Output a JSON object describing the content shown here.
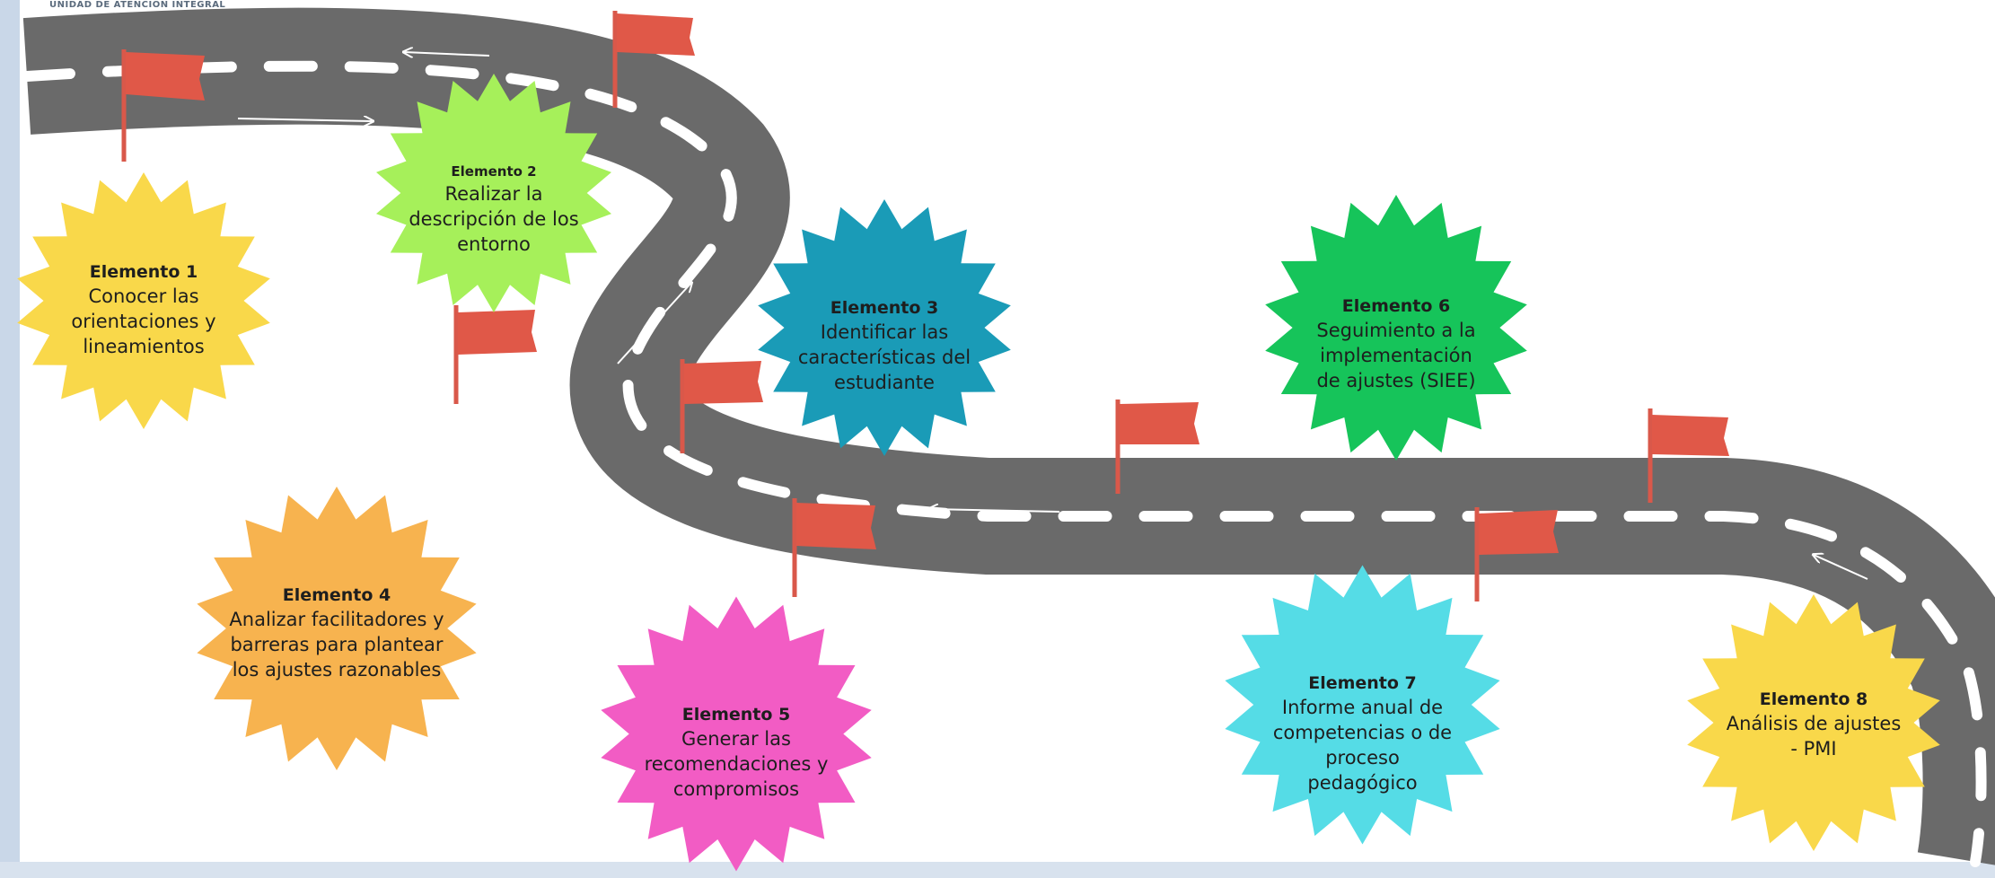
{
  "header": {
    "unit_label": "UNIDAD DE ATENCIÓN INTEGRAL"
  },
  "elements": [
    {
      "title": "Elemento 1",
      "desc": "Conocer las orientaciones  y lineamientos",
      "color": "#f9d84a",
      "icon": "magnifier-icon"
    },
    {
      "title": "Elemento 2",
      "desc": "Realizar la descripción de los entorno",
      "color": "#a6f05a",
      "icon": "pencil-icon"
    },
    {
      "title": "Elemento 3",
      "desc": "Identificar las características del estudiante",
      "color": "#1a9bb7",
      "icon": "lightbulb-icon"
    },
    {
      "title": "Elemento 4",
      "desc": "Analizar facilitadores y barreras para plantear los ajustes razonables",
      "color": "#f7b34f",
      "icon": "document-pen-icon"
    },
    {
      "title": "Elemento 5",
      "desc": "Generar las recomendaciones y compromisos",
      "color": "#f25cc4",
      "icon": "clipboard-checklist-icon"
    },
    {
      "title": "Elemento 6",
      "desc": "Seguimiento a la implementación de ajustes (SIEE)",
      "color": "#16c45a",
      "icon": "chart-icon"
    },
    {
      "title": "Elemento 7",
      "desc": "Informe anual de competencias o de proceso pedagógico",
      "color": "#55dce6",
      "icon": "report-magnifier-icon"
    },
    {
      "title": "Elemento 8",
      "desc": "Análisis de ajustes - PMI",
      "color": "#f9d84a",
      "icon": "network-icon"
    }
  ],
  "colors": {
    "road": "#6a6a6a",
    "lane": "#ffffff",
    "flag": "#e05848",
    "pole": "#d9584a"
  }
}
